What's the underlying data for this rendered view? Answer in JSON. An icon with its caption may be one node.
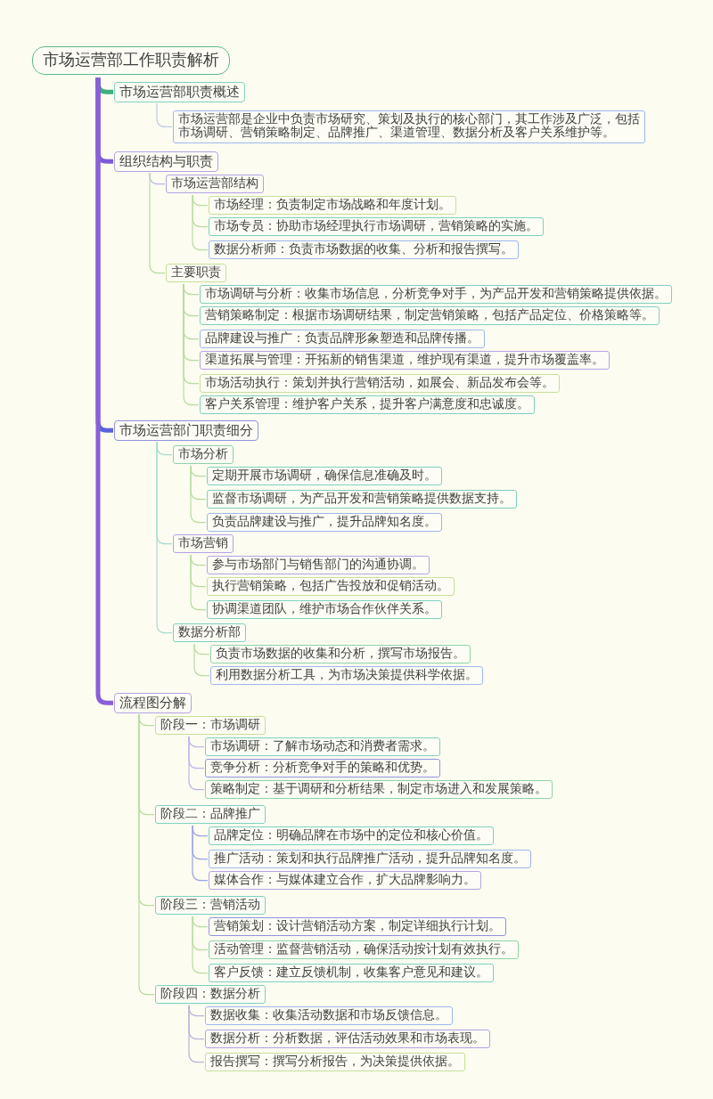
{
  "diagram": {
    "nodes": [
      {
        "text": [
          "市场运营部工作职责解析"
        ]
      },
      {
        "text": [
          "市场运营部职责概述"
        ]
      },
      {
        "text": [
          "市场运营部是企业中负责市场研究、策划及执行的核心部门，其工作涉及广泛，包括市场调研、营销策略制定、品牌推广、渠道管理、数据分析及客户关系维护等。"
        ]
      },
      {
        "text": [
          "组织结构与职责"
        ]
      },
      {
        "text": [
          "市场运营部结构"
        ]
      },
      {
        "text": [
          "市场经理：负责制定市场战略和年度计划。"
        ]
      },
      {
        "text": [
          "市场专员：协助市场经理执行市场调研，营销策略的实施。"
        ]
      },
      {
        "text": [
          "数据分析师：负责市场数据的收集、分析和报告撰写。"
        ]
      },
      {
        "text": [
          "主要职责"
        ]
      },
      {
        "text": [
          "市场调研与分析：收集市场信息，分析竞争对手，为产品开发和营销策略提供依据。"
        ]
      },
      {
        "text": [
          "营销策略制定：根据市场调研结果，制定营销策略，包括产品定位、价格策略等。"
        ]
      },
      {
        "text": [
          "品牌建设与推广：负责品牌形象塑造和品牌传播。"
        ]
      },
      {
        "text": [
          "渠道拓展与管理：开拓新的销售渠道，维护现有渠道，提升市场覆盖率。"
        ]
      },
      {
        "text": [
          "市场活动执行：策划并执行营销活动，如展会、新品发布会等。"
        ]
      },
      {
        "text": [
          "客户关系管理：维护客户关系，提升客户满意度和忠诚度。"
        ]
      },
      {
        "text": [
          "市场运营部门职责细分"
        ]
      },
      {
        "text": [
          "市场分析"
        ]
      },
      {
        "text": [
          "定期开展市场调研，确保信息准确及时。"
        ]
      },
      {
        "text": [
          "监督市场调研，为产品开发和营销策略提供数据支持。"
        ]
      },
      {
        "text": [
          "负责品牌建设与推广，提升品牌知名度。"
        ]
      },
      {
        "text": [
          "市场营销"
        ]
      },
      {
        "text": [
          "参与市场部门与销售部门的沟通协调。"
        ]
      },
      {
        "text": [
          "执行营销策略，包括广告投放和促销活动。"
        ]
      },
      {
        "text": [
          "协调渠道团队，维护市场合作伙伴关系。"
        ]
      },
      {
        "text": [
          "数据分析部"
        ]
      },
      {
        "text": [
          "负责市场数据的收集和分析，撰写市场报告。"
        ]
      },
      {
        "text": [
          "利用数据分析工具，为市场决策提供科学依据。"
        ]
      },
      {
        "text": [
          "流程图分解"
        ]
      },
      {
        "text": [
          "阶段一：市场调研"
        ]
      },
      {
        "text": [
          "市场调研：了解市场动态和消费者需求。"
        ]
      },
      {
        "text": [
          "竞争分析：分析竞争对手的策略和优势。"
        ]
      },
      {
        "text": [
          "策略制定：基于调研和分析结果，制定市场进入和发展策略。"
        ]
      },
      {
        "text": [
          "阶段二：品牌推广"
        ]
      },
      {
        "text": [
          "品牌定位：明确品牌在市场中的定位和核心价值。"
        ]
      },
      {
        "text": [
          "推广活动：策划和执行品牌推广活动，提升品牌知名度。"
        ]
      },
      {
        "text": [
          "媒体合作：与媒体建立合作，扩大品牌影响力。"
        ]
      },
      {
        "text": [
          "阶段三：营销活动"
        ]
      },
      {
        "text": [
          "营销策划：设计营销活动方案，制定详细执行计划。"
        ]
      },
      {
        "text": [
          "活动管理：监督营销活动，确保活动按计划有效执行。"
        ]
      },
      {
        "text": [
          "客户反馈：建立反馈机制，收集客户意见和建议。"
        ]
      },
      {
        "text": [
          "阶段四：数据分析"
        ]
      },
      {
        "text": [
          "数据收集：收集活动数据和市场反馈信息。"
        ]
      },
      {
        "text": [
          "数据分析：分析数据，评估活动效果和市场表现。"
        ]
      },
      {
        "text": [
          "报告撰写：撰写分析报告，为决策提供依据。"
        ]
      }
    ],
    "edges": [
      {
        "from": 0,
        "to": 1,
        "arrow": "none",
        "style": "thick",
        "color": "#3fae7a"
      },
      {
        "from": 0,
        "to": 3,
        "arrow": "none",
        "style": "thick",
        "color": "#7d5bd8"
      },
      {
        "from": 0,
        "to": 15,
        "arrow": "none",
        "style": "thick",
        "color": "#5a63d8"
      },
      {
        "from": 0,
        "to": 27,
        "arrow": "none",
        "style": "thick",
        "color": "#8a5fd8"
      },
      {
        "from": 1,
        "to": 2,
        "arrow": "none",
        "color": "#b9c9ea"
      },
      {
        "from": 3,
        "to": 4,
        "arrow": "none",
        "color": "#c2b3ea"
      },
      {
        "from": 4,
        "to": 5,
        "arrow": "none"
      },
      {
        "from": 4,
        "to": 6,
        "arrow": "none"
      },
      {
        "from": 4,
        "to": 7,
        "arrow": "none"
      },
      {
        "from": 3,
        "to": 8,
        "arrow": "none"
      },
      {
        "from": 8,
        "to": 9,
        "arrow": "none"
      },
      {
        "from": 8,
        "to": 10,
        "arrow": "none"
      },
      {
        "from": 8,
        "to": 11,
        "arrow": "none"
      },
      {
        "from": 8,
        "to": 12,
        "arrow": "none"
      },
      {
        "from": 8,
        "to": 13,
        "arrow": "none"
      },
      {
        "from": 8,
        "to": 14,
        "arrow": "none"
      },
      {
        "from": 15,
        "to": 16,
        "arrow": "none",
        "color": "#a9dccf"
      },
      {
        "from": 16,
        "to": 17,
        "arrow": "none"
      },
      {
        "from": 16,
        "to": 18,
        "arrow": "none"
      },
      {
        "from": 16,
        "to": 19,
        "arrow": "none"
      },
      {
        "from": 15,
        "to": 20,
        "arrow": "none",
        "color": "#a9dccf"
      },
      {
        "from": 20,
        "to": 21,
        "arrow": "none"
      },
      {
        "from": 20,
        "to": 22,
        "arrow": "none"
      },
      {
        "from": 20,
        "to": 23,
        "arrow": "none"
      },
      {
        "from": 15,
        "to": 24,
        "arrow": "none",
        "color": "#a9dccf"
      },
      {
        "from": 24,
        "to": 25,
        "arrow": "none"
      },
      {
        "from": 24,
        "to": 26,
        "arrow": "none"
      },
      {
        "from": 27,
        "to": 28,
        "arrow": "none"
      },
      {
        "from": 28,
        "to": 29,
        "arrow": "none",
        "color": "#c2b3ea"
      },
      {
        "from": 28,
        "to": 30,
        "arrow": "none",
        "color": "#c2b3ea"
      },
      {
        "from": 28,
        "to": 31,
        "arrow": "none",
        "color": "#c2b3ea"
      },
      {
        "from": 27,
        "to": 32,
        "arrow": "none"
      },
      {
        "from": 32,
        "to": 33,
        "arrow": "none",
        "color": "#9aa4e6"
      },
      {
        "from": 32,
        "to": 34,
        "arrow": "none",
        "color": "#9aa4e6"
      },
      {
        "from": 32,
        "to": 35,
        "arrow": "none",
        "color": "#9aa4e6"
      },
      {
        "from": 27,
        "to": 36,
        "arrow": "none"
      },
      {
        "from": 36,
        "to": 37,
        "arrow": "none"
      },
      {
        "from": 36,
        "to": 38,
        "arrow": "none"
      },
      {
        "from": 36,
        "to": 39,
        "arrow": "none"
      },
      {
        "from": 27,
        "to": 40,
        "arrow": "none"
      },
      {
        "from": 40,
        "to": 41,
        "arrow": "none",
        "color": "#bbb3d8"
      },
      {
        "from": 40,
        "to": 42,
        "arrow": "none",
        "color": "#bbb3d8"
      },
      {
        "from": 40,
        "to": 43,
        "arrow": "none",
        "color": "#bbb3d8"
      }
    ]
  }
}
